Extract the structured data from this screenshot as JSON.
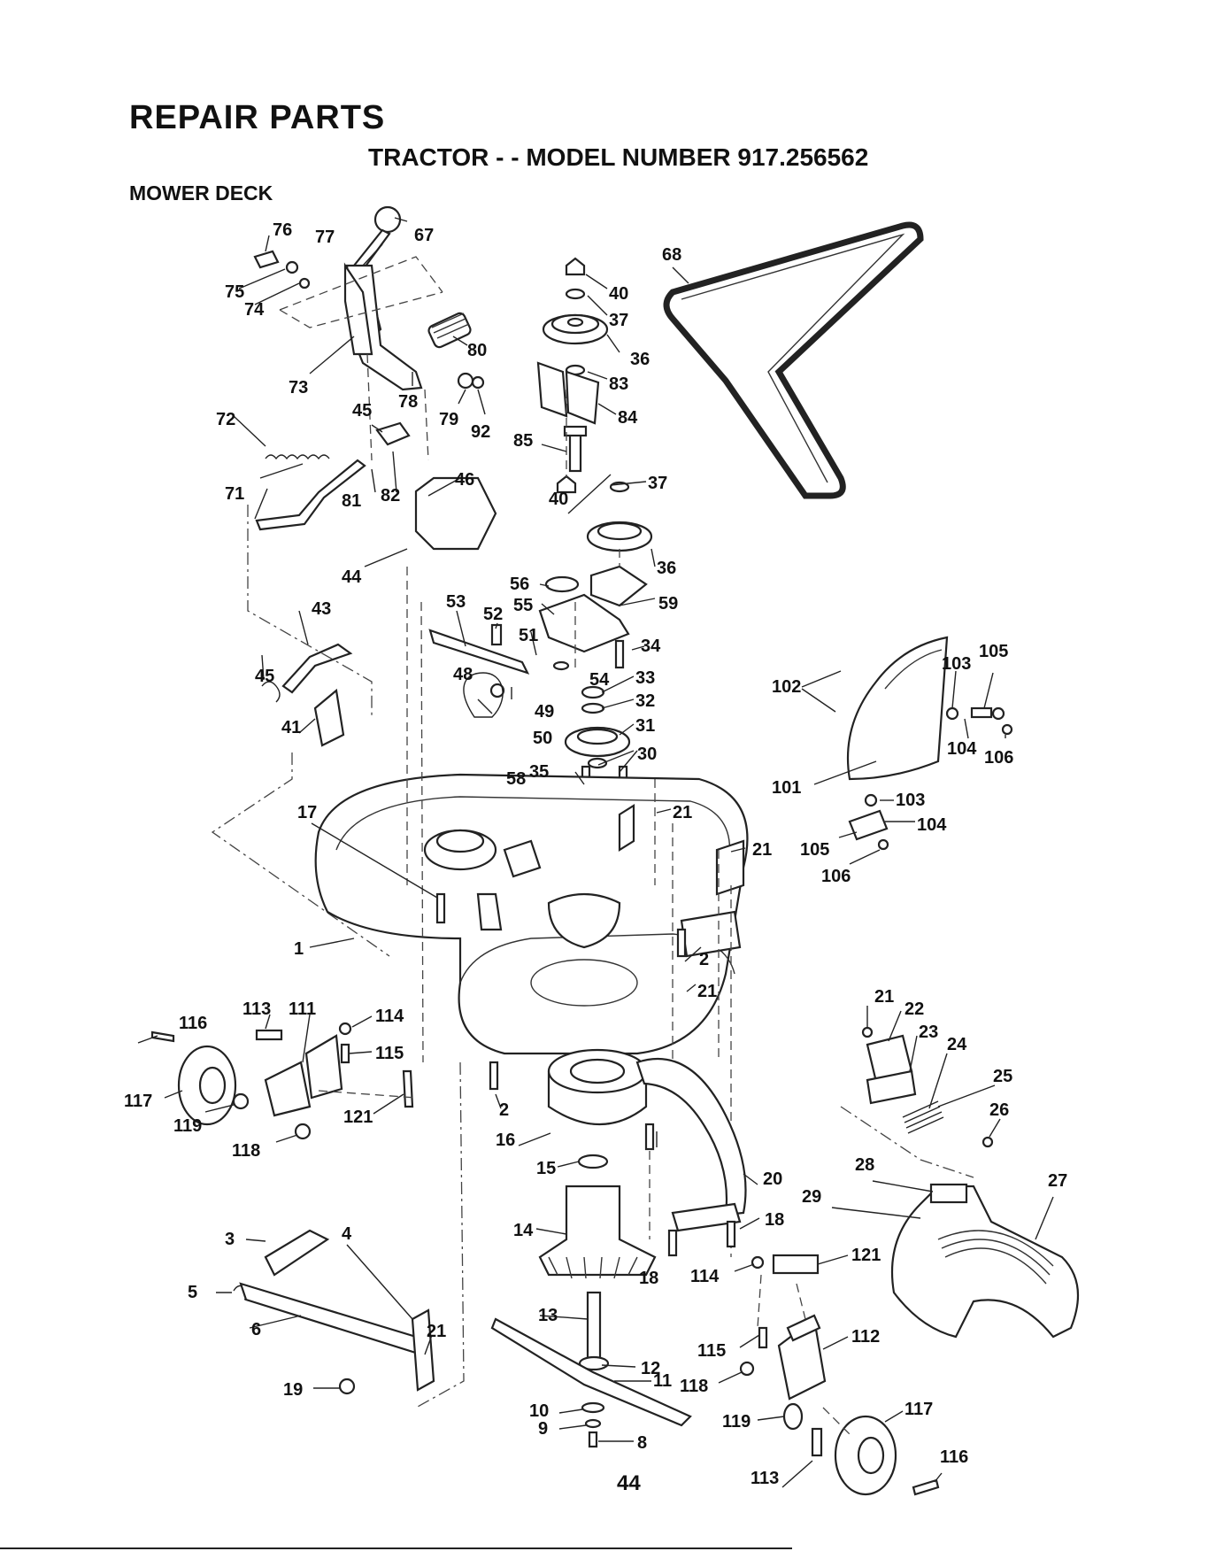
{
  "header": {
    "title": "REPAIR PARTS",
    "subtitle": "TRACTOR - - MODEL NUMBER 917.256562",
    "section": "MOWER DECK"
  },
  "footer": {
    "page_number": "44"
  },
  "callouts": [
    "1",
    "2",
    "3",
    "4",
    "5",
    "6",
    "8",
    "9",
    "10",
    "11",
    "12",
    "13",
    "14",
    "15",
    "16",
    "17",
    "18",
    "19",
    "20",
    "21",
    "22",
    "23",
    "24",
    "25",
    "26",
    "27",
    "28",
    "29",
    "30",
    "31",
    "32",
    "33",
    "34",
    "35",
    "36",
    "37",
    "40",
    "41",
    "43",
    "44",
    "45",
    "46",
    "48",
    "49",
    "50",
    "51",
    "52",
    "53",
    "54",
    "55",
    "56",
    "58",
    "59",
    "67",
    "68",
    "71",
    "72",
    "73",
    "74",
    "75",
    "76",
    "77",
    "78",
    "79",
    "80",
    "81",
    "82",
    "83",
    "84",
    "85",
    "92",
    "101",
    "102",
    "103",
    "104",
    "105",
    "106",
    "111",
    "112",
    "113",
    "114",
    "115",
    "116",
    "117",
    "118",
    "119",
    "121"
  ]
}
